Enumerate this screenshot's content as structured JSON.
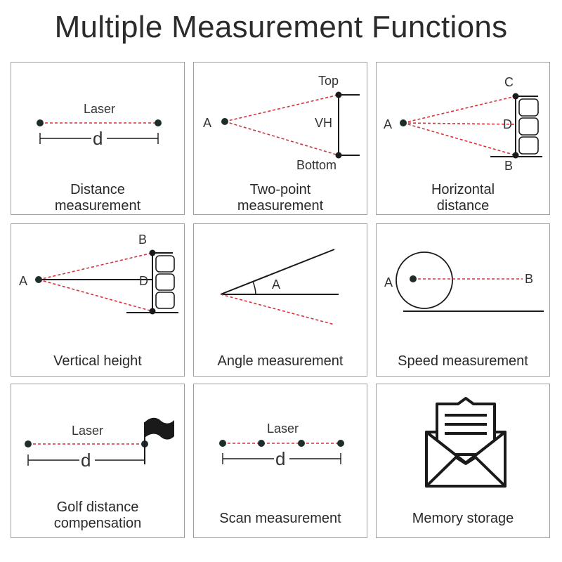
{
  "title": "Multiple Measurement Functions",
  "colors": {
    "laser": "#d8313a",
    "line": "#1a1a1a",
    "border": "#9e9e9e",
    "text": "#2a2a2a"
  },
  "cells": [
    {
      "caption": [
        "Distance",
        "measurement"
      ],
      "labels": {
        "laser": "Laser",
        "d": "d"
      }
    },
    {
      "caption": [
        "Two-point",
        "measurement"
      ],
      "labels": {
        "top": "Top",
        "a": "A",
        "vh": "VH",
        "bottom": "Bottom"
      }
    },
    {
      "caption": [
        "Horizontal",
        "distance"
      ],
      "labels": {
        "c": "C",
        "a": "A",
        "d": "D",
        "b": "B"
      }
    },
    {
      "caption": [
        "Vertical height"
      ],
      "labels": {
        "b": "B",
        "a": "A",
        "d": "D"
      }
    },
    {
      "caption": [
        "Angle measurement"
      ],
      "labels": {
        "a": "A"
      }
    },
    {
      "caption": [
        "Speed measurement"
      ],
      "labels": {
        "a": "A",
        "b": "B"
      }
    },
    {
      "caption": [
        "Golf distance",
        "compensation"
      ],
      "labels": {
        "laser": "Laser",
        "d": "d"
      }
    },
    {
      "caption": [
        "Scan measurement"
      ],
      "labels": {
        "laser": "Laser",
        "d": "d"
      }
    },
    {
      "caption": [
        "Memory storage"
      ],
      "icon": "envelope-with-letter-icon"
    }
  ]
}
